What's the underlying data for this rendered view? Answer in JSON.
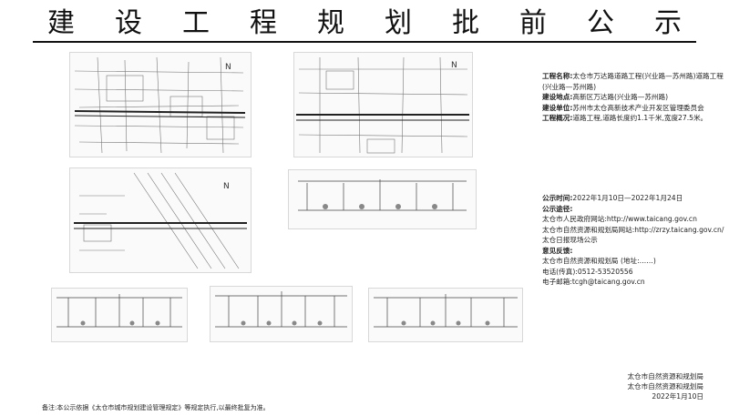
{
  "header": {
    "title": "建设工程规划批前公示"
  },
  "drawings": [
    {
      "name": "site-plan-1",
      "title": ""
    },
    {
      "name": "site-plan-2",
      "title": ""
    },
    {
      "name": "site-plan-3",
      "title": ""
    },
    {
      "name": "section-drawing-1",
      "title": ""
    },
    {
      "name": "section-drawing-2",
      "title": ""
    },
    {
      "name": "section-drawing-3",
      "title": ""
    },
    {
      "name": "section-drawing-4",
      "title": ""
    }
  ],
  "project": {
    "name_label": "工程名称:",
    "name_value": "太仓市万达路道路工程(兴业路—苏州路)道路工程(兴业路—苏州路)",
    "location_label": "建设地点:",
    "location_value": "高新区万达路(兴业路—苏州路)",
    "unit_label": "建设单位:",
    "unit_value": "苏州市太仓高新技术产业开发区管理委员会",
    "scale_label": "工程概况:",
    "scale_value": "道路工程,道路长度约1.1千米,宽度27.5米。"
  },
  "publicity": {
    "period_label": "公示时间:",
    "period_value": "2022年1月10日—2022年1月24日",
    "channel_label": "公示途径:",
    "channel_1": "太仓市人民政府网站:http://www.taicang.gov.cn",
    "channel_2": "太仓市自然资源和规划局网站:http://zrzy.taicang.gov.cn/",
    "channel_3": "太仓日报现场公示",
    "feedback_label": "意见反馈:",
    "feedback_1": "太仓市自然资源和规划局 (地址:……)",
    "feedback_2": "电话(传真):0512-53520556",
    "feedback_3": "电子邮箱:tcgh@taicang.gov.cn"
  },
  "sign": {
    "org_1": "太仓市自然资源和规划局",
    "org_2": "太仓市自然资源和规划局",
    "date": "2022年1月10日"
  },
  "footer": {
    "note": "备注:本公示依据《太仓市城市规划建设管理规定》等规定执行,以最终批复为准。"
  }
}
